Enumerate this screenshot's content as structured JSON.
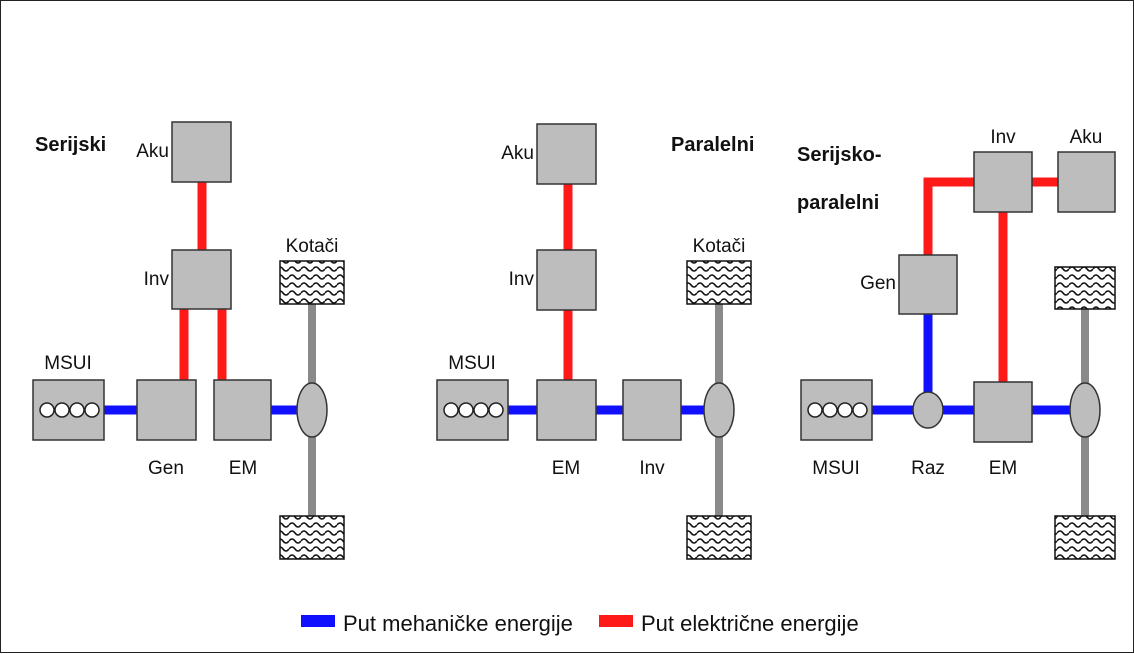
{
  "diagrams": {
    "serijski": {
      "title": "Serijski",
      "labels": {
        "aku": "Aku",
        "inv": "Inv",
        "kotaci": "Kotači",
        "msui": "MSUI",
        "gen": "Gen",
        "em": "EM"
      }
    },
    "paralelni": {
      "title": "Paralelni",
      "labels": {
        "aku": "Aku",
        "inv_top": "Inv",
        "kotaci": "Kotači",
        "msui": "MSUI",
        "em": "EM",
        "inv_bottom": "Inv"
      }
    },
    "serijsko_paralelni": {
      "title_line1": "Serijsko-",
      "title_line2": "paralelni",
      "labels": {
        "inv": "Inv",
        "aku": "Aku",
        "gen": "Gen",
        "msui": "MSUI",
        "raz": "Raz",
        "em": "EM"
      }
    }
  },
  "legend": {
    "mechanical": {
      "label": "Put mehaničke energije",
      "color": "#1010ff"
    },
    "electrical": {
      "label": "Put električne energije",
      "color": "#ff1a1a"
    }
  },
  "colors": {
    "box": "#bdbdbd",
    "axle": "#8a8a8a",
    "border": "#333333"
  }
}
